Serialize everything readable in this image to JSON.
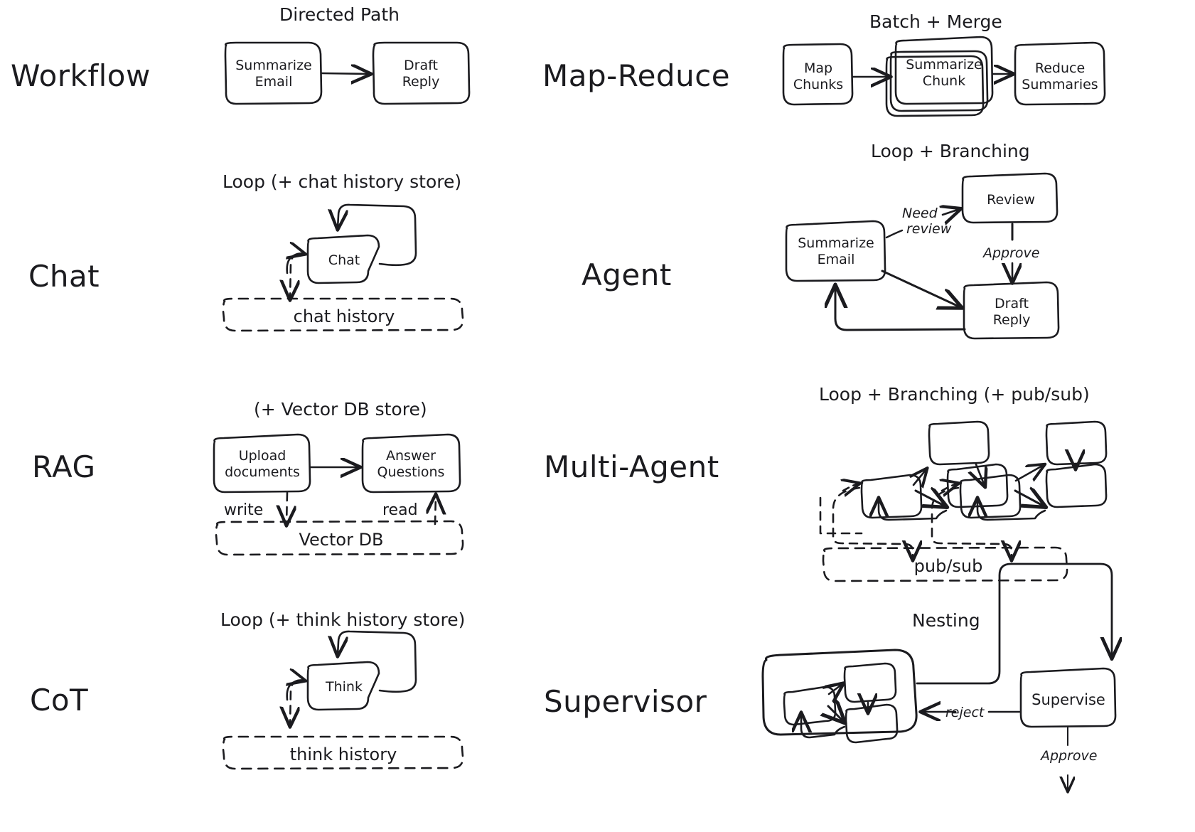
{
  "diagram": {
    "title_present": false,
    "background": "#ffffff",
    "ink": "#1b1b1f",
    "style": "hand-drawn"
  },
  "rows": [
    {
      "left": {
        "label": "Workflow",
        "caption": "Directed Path",
        "nodes": [
          "Summarize Email",
          "Draft Reply"
        ],
        "edges": [
          {
            "from": "Summarize Email",
            "to": "Draft Reply",
            "label": ""
          }
        ],
        "stores": []
      },
      "right": {
        "label": "Map-Reduce",
        "caption": "Batch + Merge",
        "nodes": [
          "Map Chunks",
          "Summarize Chunk",
          "Reduce Summaries"
        ],
        "edges": [
          {
            "from": "Map Chunks",
            "to": "Summarize Chunk",
            "label": ""
          },
          {
            "from": "Summarize Chunk",
            "to": "Reduce Summaries",
            "label": ""
          }
        ],
        "stores": []
      }
    },
    {
      "left": {
        "label": "Chat",
        "caption": "Loop (+ chat history store)",
        "nodes": [
          "Chat"
        ],
        "edges": [
          {
            "from": "Chat",
            "to": "Chat",
            "label": ""
          }
        ],
        "stores": [
          "chat history"
        ]
      },
      "right": {
        "label": "Agent",
        "caption": "Loop + Branching",
        "nodes": [
          "Summarize Email",
          "Review",
          "Draft Reply"
        ],
        "edges": [
          {
            "from": "Summarize Email",
            "to": "Review",
            "label": "Need review"
          },
          {
            "from": "Review",
            "to": "Draft Reply",
            "label": "Approve"
          },
          {
            "from": "Summarize Email",
            "to": "Draft Reply",
            "label": ""
          },
          {
            "from": "Draft Reply",
            "to": "Summarize Email",
            "label": ""
          }
        ],
        "stores": []
      }
    },
    {
      "left": {
        "label": "RAG",
        "caption": "(+ Vector DB store)",
        "nodes": [
          "Upload documents",
          "Answer Questions"
        ],
        "edges": [
          {
            "from": "Upload documents",
            "to": "Answer Questions",
            "label": ""
          },
          {
            "from": "Upload documents",
            "to": "Vector DB",
            "label": "write"
          },
          {
            "from": "Vector DB",
            "to": "Answer Questions",
            "label": "read"
          }
        ],
        "stores": [
          "Vector DB"
        ]
      },
      "right": {
        "label": "Multi-Agent",
        "caption": "Loop + Branching (+ pub/sub)",
        "nodes": [],
        "edges": [],
        "stores": [
          "pub/sub"
        ],
        "clusters": 2
      }
    },
    {
      "left": {
        "label": "CoT",
        "caption": "Loop (+ think history store)",
        "nodes": [
          "Think"
        ],
        "edges": [
          {
            "from": "Think",
            "to": "Think",
            "label": ""
          }
        ],
        "stores": [
          "think history"
        ]
      },
      "right": {
        "label": "Supervisor",
        "caption": "Nesting",
        "nodes": [
          "Supervise"
        ],
        "edges": [
          {
            "from": "subgraph",
            "to": "Supervise",
            "label": ""
          },
          {
            "from": "Supervise",
            "to": "subgraph",
            "label": "reject"
          },
          {
            "from": "Supervise",
            "to": "out",
            "label": "Approve"
          }
        ],
        "stores": []
      }
    }
  ],
  "labels": {
    "workflow": "Workflow",
    "map_reduce": "Map-Reduce",
    "chat": "Chat",
    "agent": "Agent",
    "rag": "RAG",
    "multi_agent": "Multi-Agent",
    "cot": "CoT",
    "supervisor": "Supervisor"
  },
  "captions": {
    "directed_path": "Directed Path",
    "batch_merge": "Batch + Merge",
    "loop_chat": "Loop (+ chat history store)",
    "loop_branching": "Loop + Branching",
    "vector_db_store": "(+ Vector DB store)",
    "loop_branching_pubsub": "Loop + Branching (+ pub/sub)",
    "loop_think": "Loop (+ think history store)",
    "nesting": "Nesting"
  },
  "nodes": {
    "summarize_email": "Summarize\nEmail",
    "summarize_email_l1": "Summarize",
    "summarize_email_l2": "Email",
    "draft_reply_l1": "Draft",
    "draft_reply_l2": "Reply",
    "map_chunks_l1": "Map",
    "map_chunks_l2": "Chunks",
    "summarize_chunk_l1": "Summarize",
    "summarize_chunk_l2": "Chunk",
    "reduce_summaries_l1": "Reduce",
    "reduce_summaries_l2": "Summaries",
    "chat": "Chat",
    "review": "Review",
    "agent_summarize_l1": "Summarize",
    "agent_summarize_l2": "Email",
    "agent_draft_l1": "Draft",
    "agent_draft_l2": "Reply",
    "upload_documents_l1": "Upload",
    "upload_documents_l2": "documents",
    "answer_questions_l1": "Answer",
    "answer_questions_l2": "Questions",
    "think": "Think",
    "supervise": "Supervise"
  },
  "stores": {
    "chat_history": "chat history",
    "vector_db": "Vector DB",
    "think_history": "think history",
    "pub_sub": "pub/sub"
  },
  "edge_labels": {
    "need": "Need",
    "review": "review",
    "approve": "Approve",
    "write": "write",
    "read": "read",
    "reject": "reject",
    "approve2": "Approve"
  }
}
